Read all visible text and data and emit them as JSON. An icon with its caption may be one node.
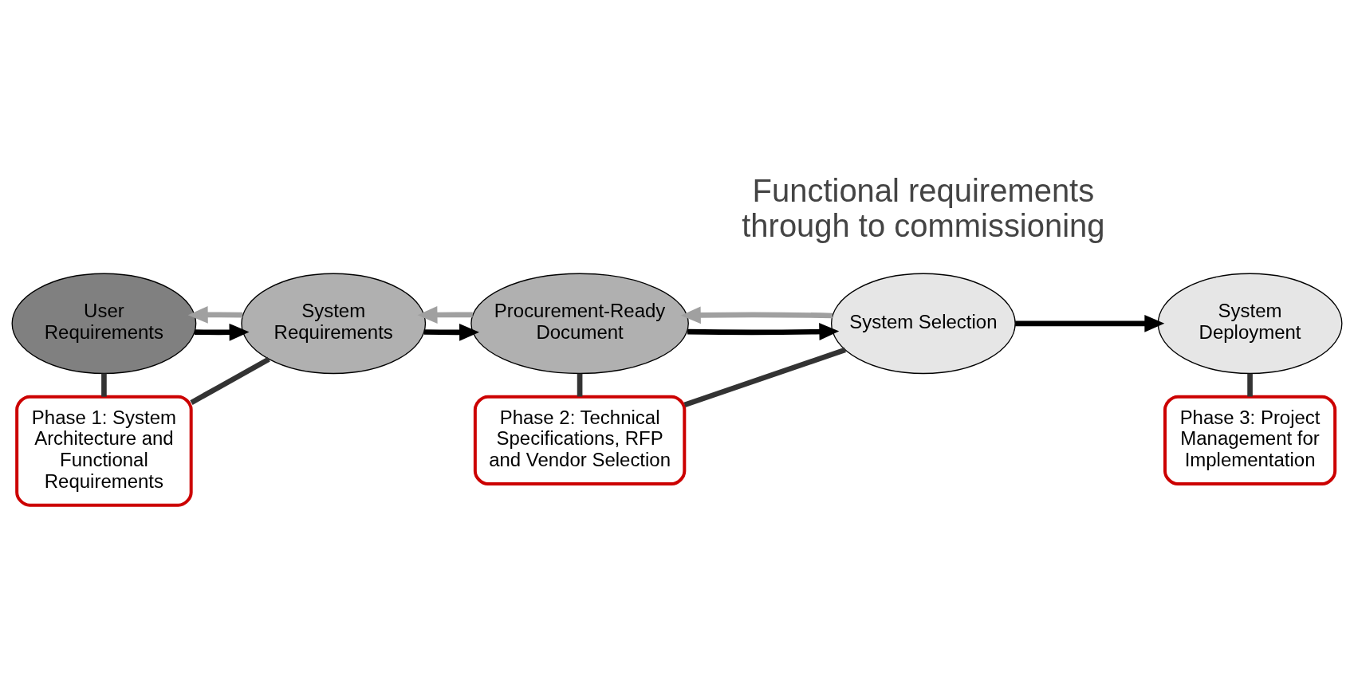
{
  "diagram": {
    "nodes": [
      {
        "text": [
          "User Requirements"
        ]
      },
      {
        "text": [
          "System Requirements"
        ]
      },
      {
        "text": [
          "Procurement-Ready Document"
        ]
      },
      {
        "text": [
          "System Selection"
        ]
      },
      {
        "text": [
          "System Deployment"
        ]
      },
      {
        "text": [
          "Phase 1: System Architecture and Functional Requirements"
        ]
      },
      {
        "text": [
          "Phase 2: Technical Specifications, RFP and Vendor Selection"
        ]
      },
      {
        "text": [
          "Phase 3: Project Management for Implementation"
        ]
      }
    ],
    "edges": [
      {
        "from": 0,
        "to": 1,
        "arrow": "to"
      },
      {
        "from": 1,
        "to": 2,
        "arrow": "to"
      },
      {
        "from": 2,
        "to": 3,
        "arrow": "to"
      },
      {
        "from": 3,
        "to": 4,
        "arrow": "to"
      },
      {
        "from": 1,
        "to": 0,
        "arrow": "to",
        "color": "#a0a0a0"
      },
      {
        "from": 2,
        "to": 1,
        "arrow": "to",
        "color": "#a0a0a0"
      },
      {
        "from": 3,
        "to": 2,
        "arrow": "to",
        "color": "#a0a0a0"
      },
      {
        "from": 5,
        "to": 0,
        "arrow": "none",
        "color": "#333333"
      },
      {
        "from": 5,
        "to": 1,
        "arrow": "none",
        "color": "#333333"
      },
      {
        "from": 6,
        "to": 2,
        "arrow": "none",
        "color": "#333333"
      },
      {
        "from": 6,
        "to": 3,
        "arrow": "none",
        "color": "#333333"
      },
      {
        "from": 7,
        "to": 4,
        "arrow": "none",
        "color": "#333333"
      }
    ],
    "labels": [
      "Functional requirements through to commissioning"
    ]
  }
}
